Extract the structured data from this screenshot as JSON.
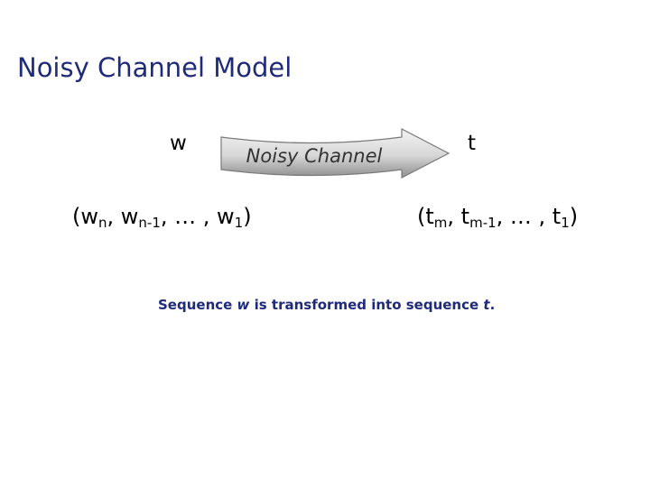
{
  "title": "Noisy Channel Model",
  "input_symbol": "w",
  "output_symbol": "t",
  "channel_label": "Noisy Channel",
  "input_sequence": {
    "open": "(w",
    "sub_first": "n",
    "sep1": ", w",
    "sub_second": "n-1",
    "middle": ", … , w",
    "sub_last": "1",
    "close": ")"
  },
  "output_sequence": {
    "open": "(t",
    "sub_first": "m",
    "sep1": ", t",
    "sub_second": "m-1",
    "middle": ", … , t",
    "sub_last": "1",
    "close": ")"
  },
  "caption": {
    "part1": "Sequence ",
    "var_w": "w",
    "part2": " is transformed into sequence ",
    "var_t": "t",
    "part3": "."
  },
  "colors": {
    "title": "#1f2b7a",
    "arrow_fill_light": "#f2f2f2",
    "arrow_fill_dark": "#9a9a9a",
    "arrow_stroke": "#7a7a7a"
  }
}
